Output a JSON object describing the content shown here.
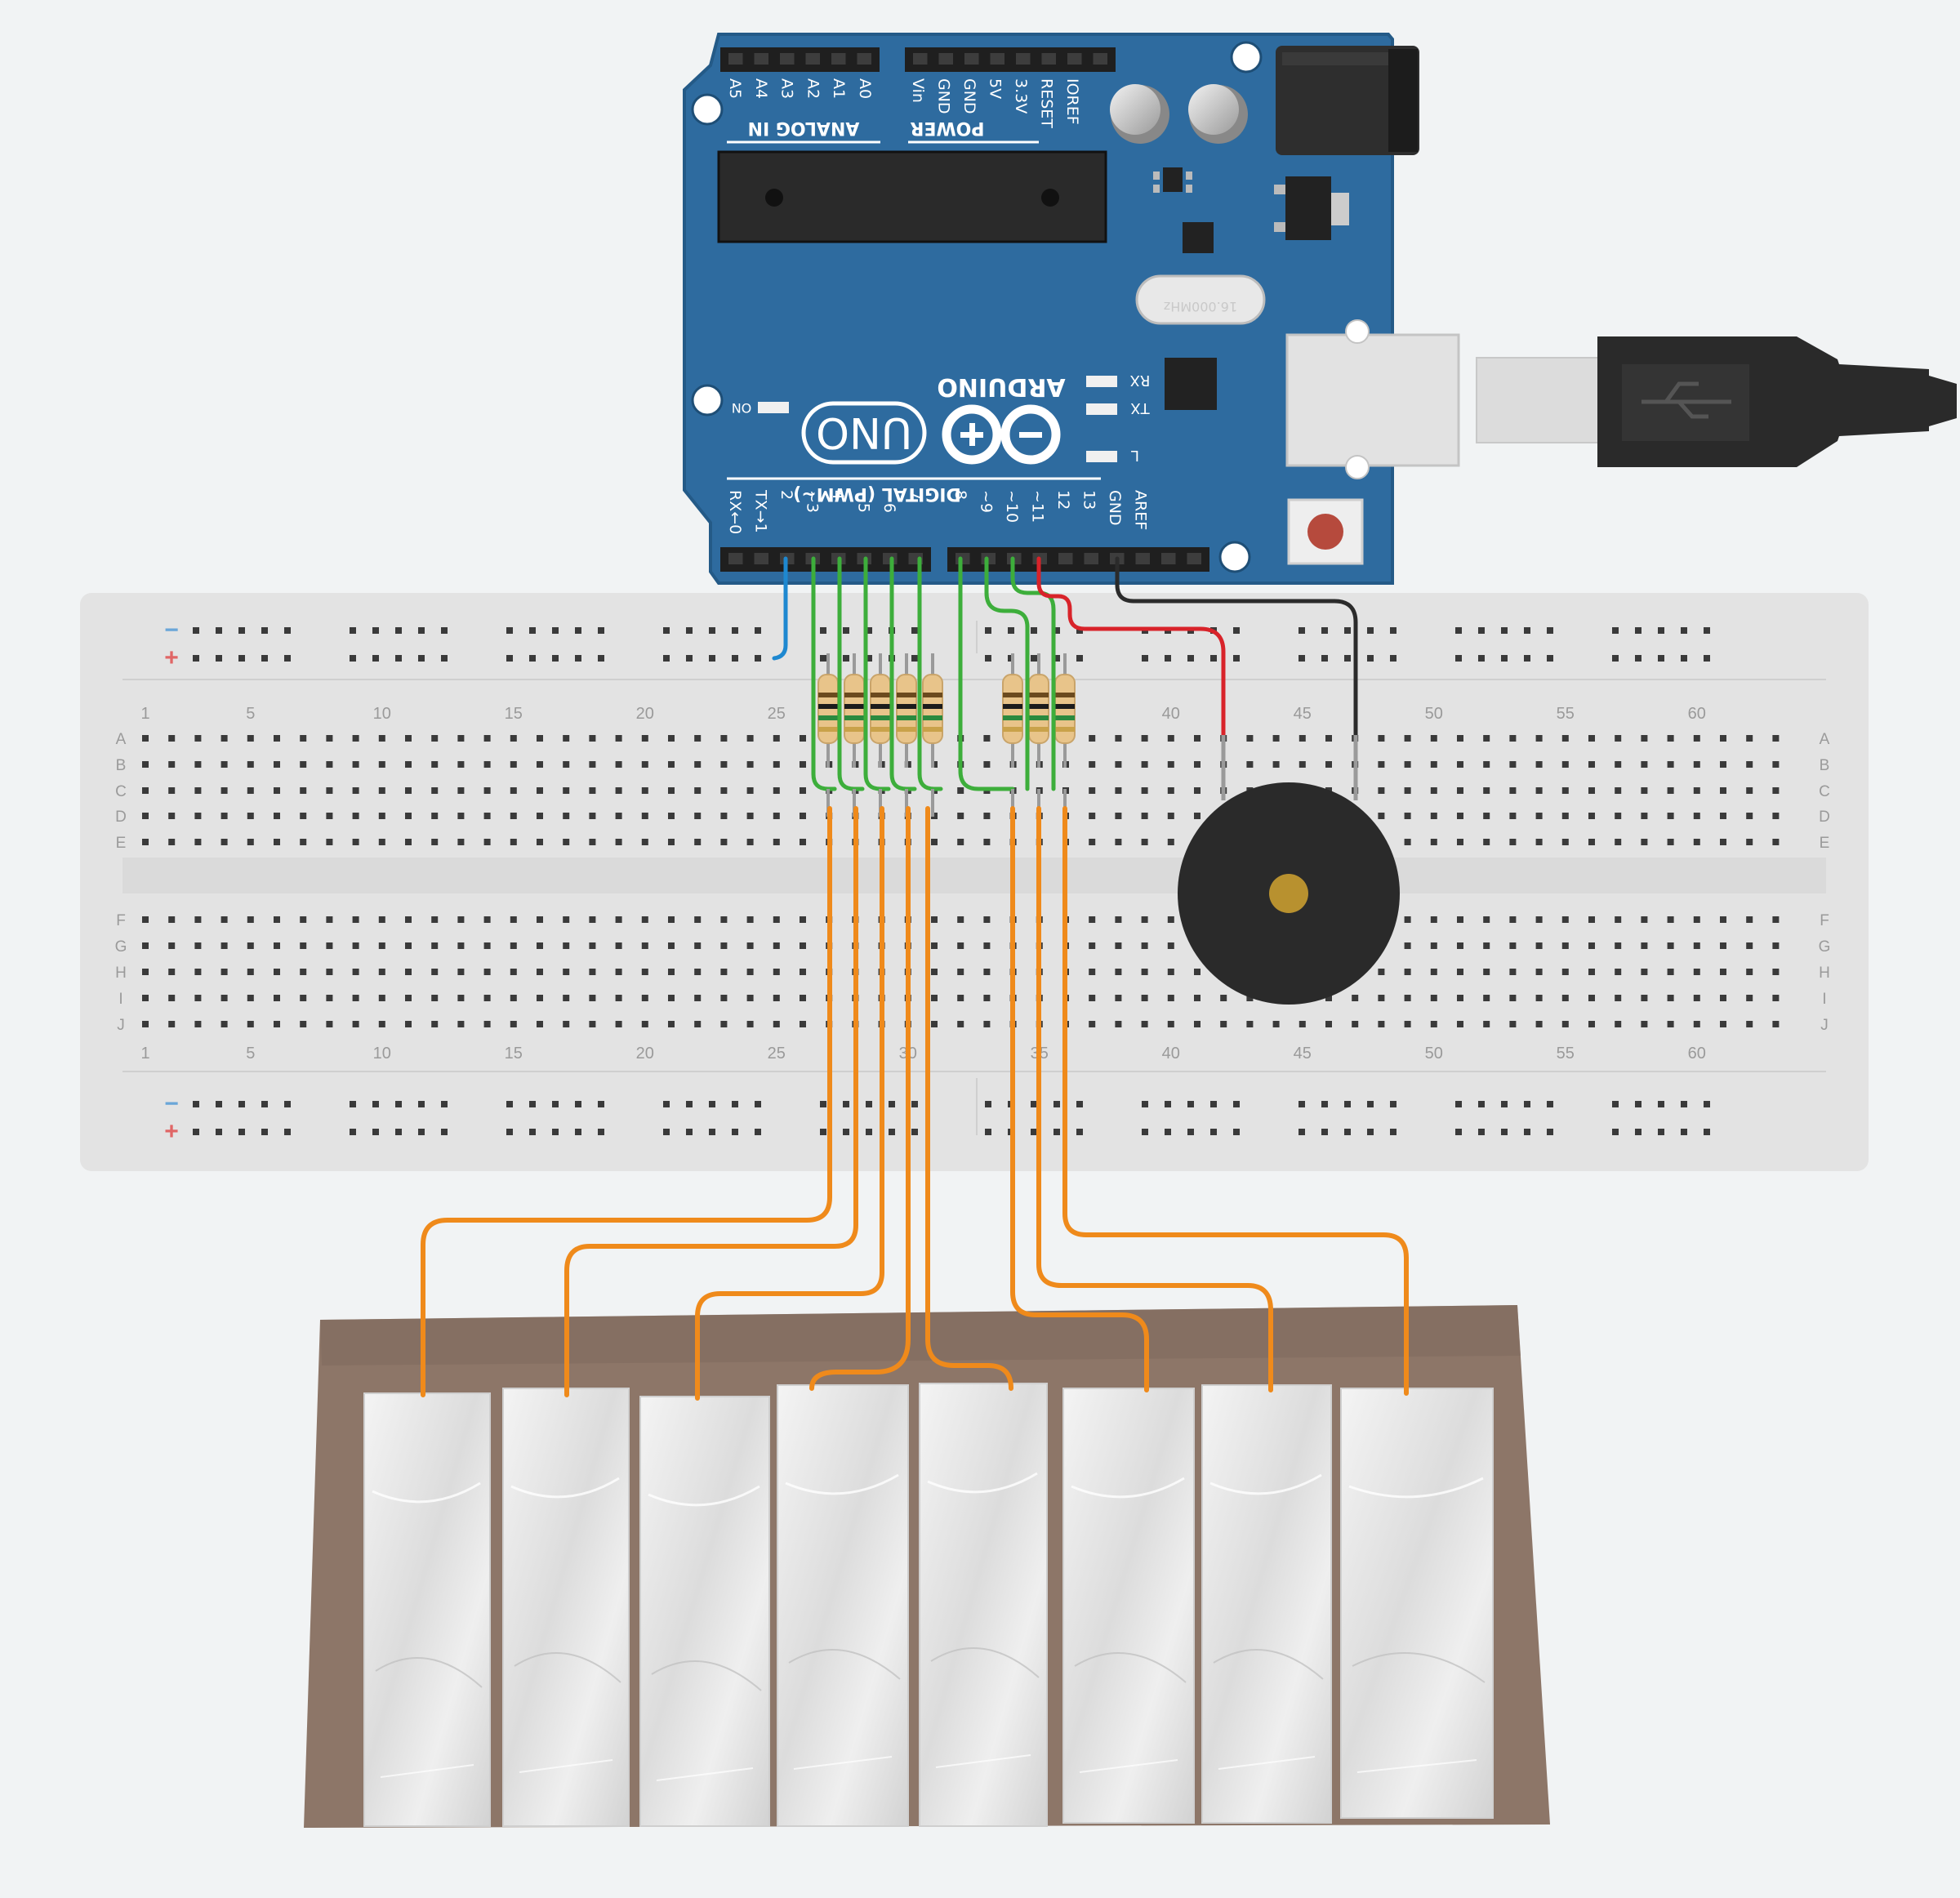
{
  "board": {
    "brand": "ARDUINO",
    "model": "UNO",
    "on_label": "ON",
    "crystal": "16.000MHz",
    "header_labels": {
      "analog_title": "ANALOG IN",
      "analog_pins": [
        "A5",
        "A4",
        "A3",
        "A2",
        "A1",
        "A0"
      ],
      "power_title": "POWER",
      "power_pins": [
        "Vin",
        "GND",
        "GND",
        "5V",
        "3.3V",
        "RESET",
        "IOREF"
      ],
      "digital_title": "DIGITAL (PWM~)",
      "digital_pins_low": [
        "RX←0",
        "TX→1",
        "2",
        "~3",
        "4",
        "~5",
        "~6",
        "7"
      ],
      "digital_pins_high": [
        "8",
        "~9",
        "~10",
        "~11",
        "12",
        "13",
        "GND",
        "AREF"
      ],
      "leds": [
        "RX",
        "TX",
        "L"
      ]
    }
  },
  "breadboard": {
    "column_numbers": [
      "1",
      "5",
      "10",
      "15",
      "20",
      "25",
      "30",
      "35",
      "40",
      "45",
      "50",
      "55",
      "60"
    ],
    "rows_top": [
      "A",
      "B",
      "C",
      "D",
      "E"
    ],
    "rows_bottom": [
      "F",
      "G",
      "H",
      "I",
      "J"
    ],
    "rail_minus": "−",
    "rail_plus": "+"
  },
  "colors": {
    "board_blue": "#2e6b9f",
    "breadboard": "#e3e3e3",
    "wire_green": "#3dae3b",
    "wire_orange": "#ef8a1b",
    "wire_red": "#d8232a",
    "wire_black": "#2b2b2b",
    "wire_blue": "#1e88d0",
    "cardboard": "#8d7668",
    "foil": "#e6e6e6"
  }
}
